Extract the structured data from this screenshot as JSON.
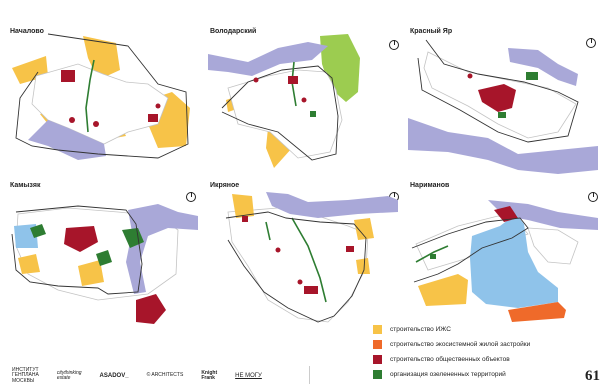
{
  "colors": {
    "river": "#a9a8d8",
    "izhs": "#f7c348",
    "eco": "#ef6a2a",
    "public": "#a7152a",
    "green": "#2e7d32",
    "water_blue": "#8fc3ea",
    "forest": "#9ccc50",
    "block": "#ffffff",
    "block_outline": "#c4c4c4",
    "boundary": "#333333"
  },
  "panels": [
    {
      "id": "nachalovo",
      "title": "Началово",
      "north_arrow": false
    },
    {
      "id": "volodarsky",
      "title": "Володарский",
      "north_arrow": true
    },
    {
      "id": "krasny-yar",
      "title": "Красный Яр",
      "north_arrow": true
    },
    {
      "id": "kamyzyak",
      "title": "Камызяк",
      "north_arrow": true
    },
    {
      "id": "ikryanoe",
      "title": "Икряное",
      "north_arrow": true
    },
    {
      "id": "narimanov",
      "title": "Нариманов",
      "north_arrow": true
    }
  ],
  "legend": [
    {
      "id": "izhs",
      "label": "строительство ИЖС",
      "color": "#f7c348"
    },
    {
      "id": "eco",
      "label": "строительство экосистемной жилой застройки",
      "color": "#ef6a2a"
    },
    {
      "id": "public",
      "label": "строительство общественных объектов",
      "color": "#a7152a"
    },
    {
      "id": "green",
      "label": "организация озелененных территорий",
      "color": "#2e7d32"
    }
  ],
  "footer": {
    "logos": [
      {
        "id": "institute",
        "lines": [
          "ИНСТИТУТ",
          "ГЕНПЛАНА",
          "МОСКВЫ"
        ]
      },
      {
        "id": "citythinking",
        "lines": [
          "citythinking",
          "estate"
        ]
      },
      {
        "id": "asadov",
        "lines": [
          "ASADOV_"
        ]
      },
      {
        "id": "ai-architects",
        "lines": [
          "© ARCHITECTS"
        ]
      },
      {
        "id": "knight-frank",
        "lines": [
          "Knight",
          "Frank"
        ]
      },
      {
        "id": "ne-mogu",
        "lines": [
          "НЕ МОГУ"
        ]
      }
    ],
    "page_number": "61"
  }
}
